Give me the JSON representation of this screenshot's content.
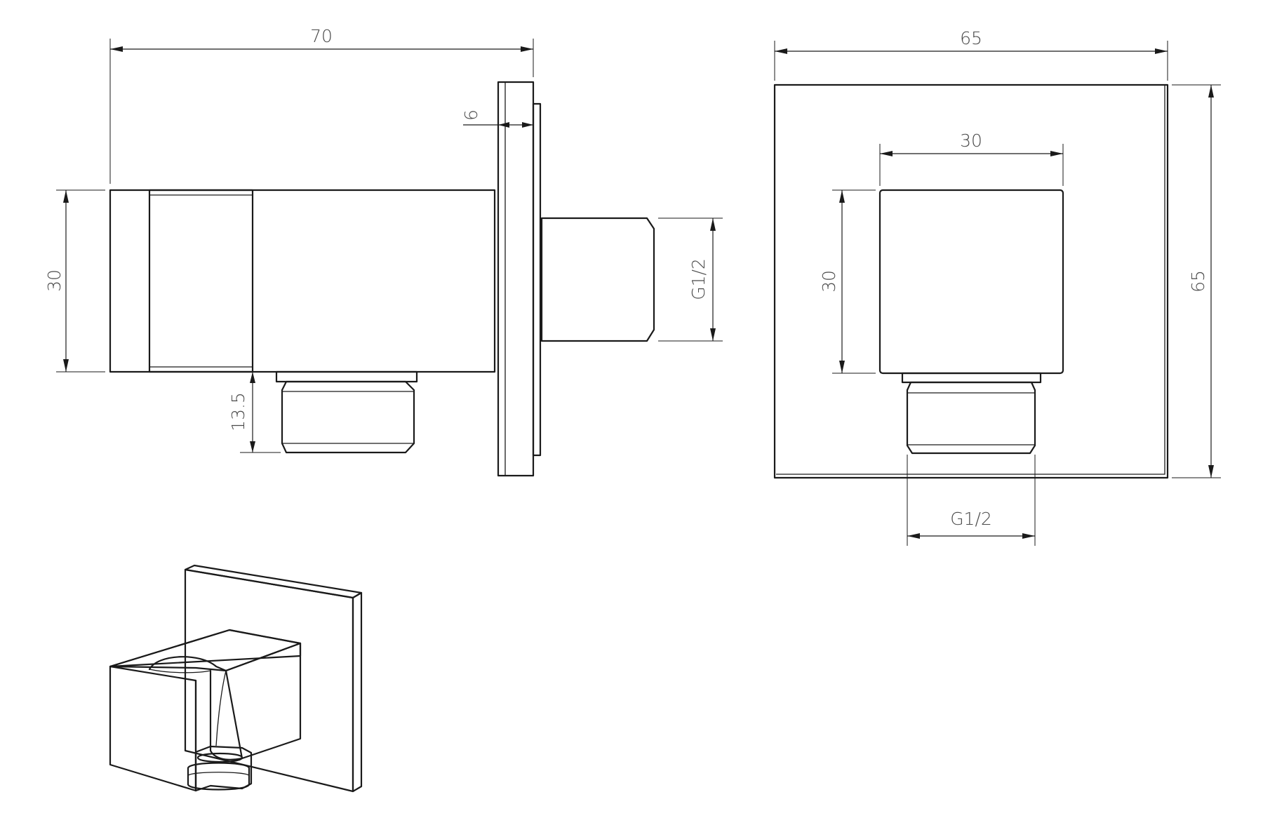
{
  "colors": {
    "line": "#1a1a1a",
    "text": "#4a4a4a",
    "background": "#ffffff"
  },
  "side_view": {
    "overall_length": "70",
    "flange_thickness": "6",
    "body_height": "30",
    "outlet_depth": "13.5",
    "thread": "G1/2"
  },
  "front_view": {
    "plate_width": "65",
    "plate_height": "65",
    "body_width": "30",
    "body_height": "30",
    "thread": "G1/2"
  }
}
